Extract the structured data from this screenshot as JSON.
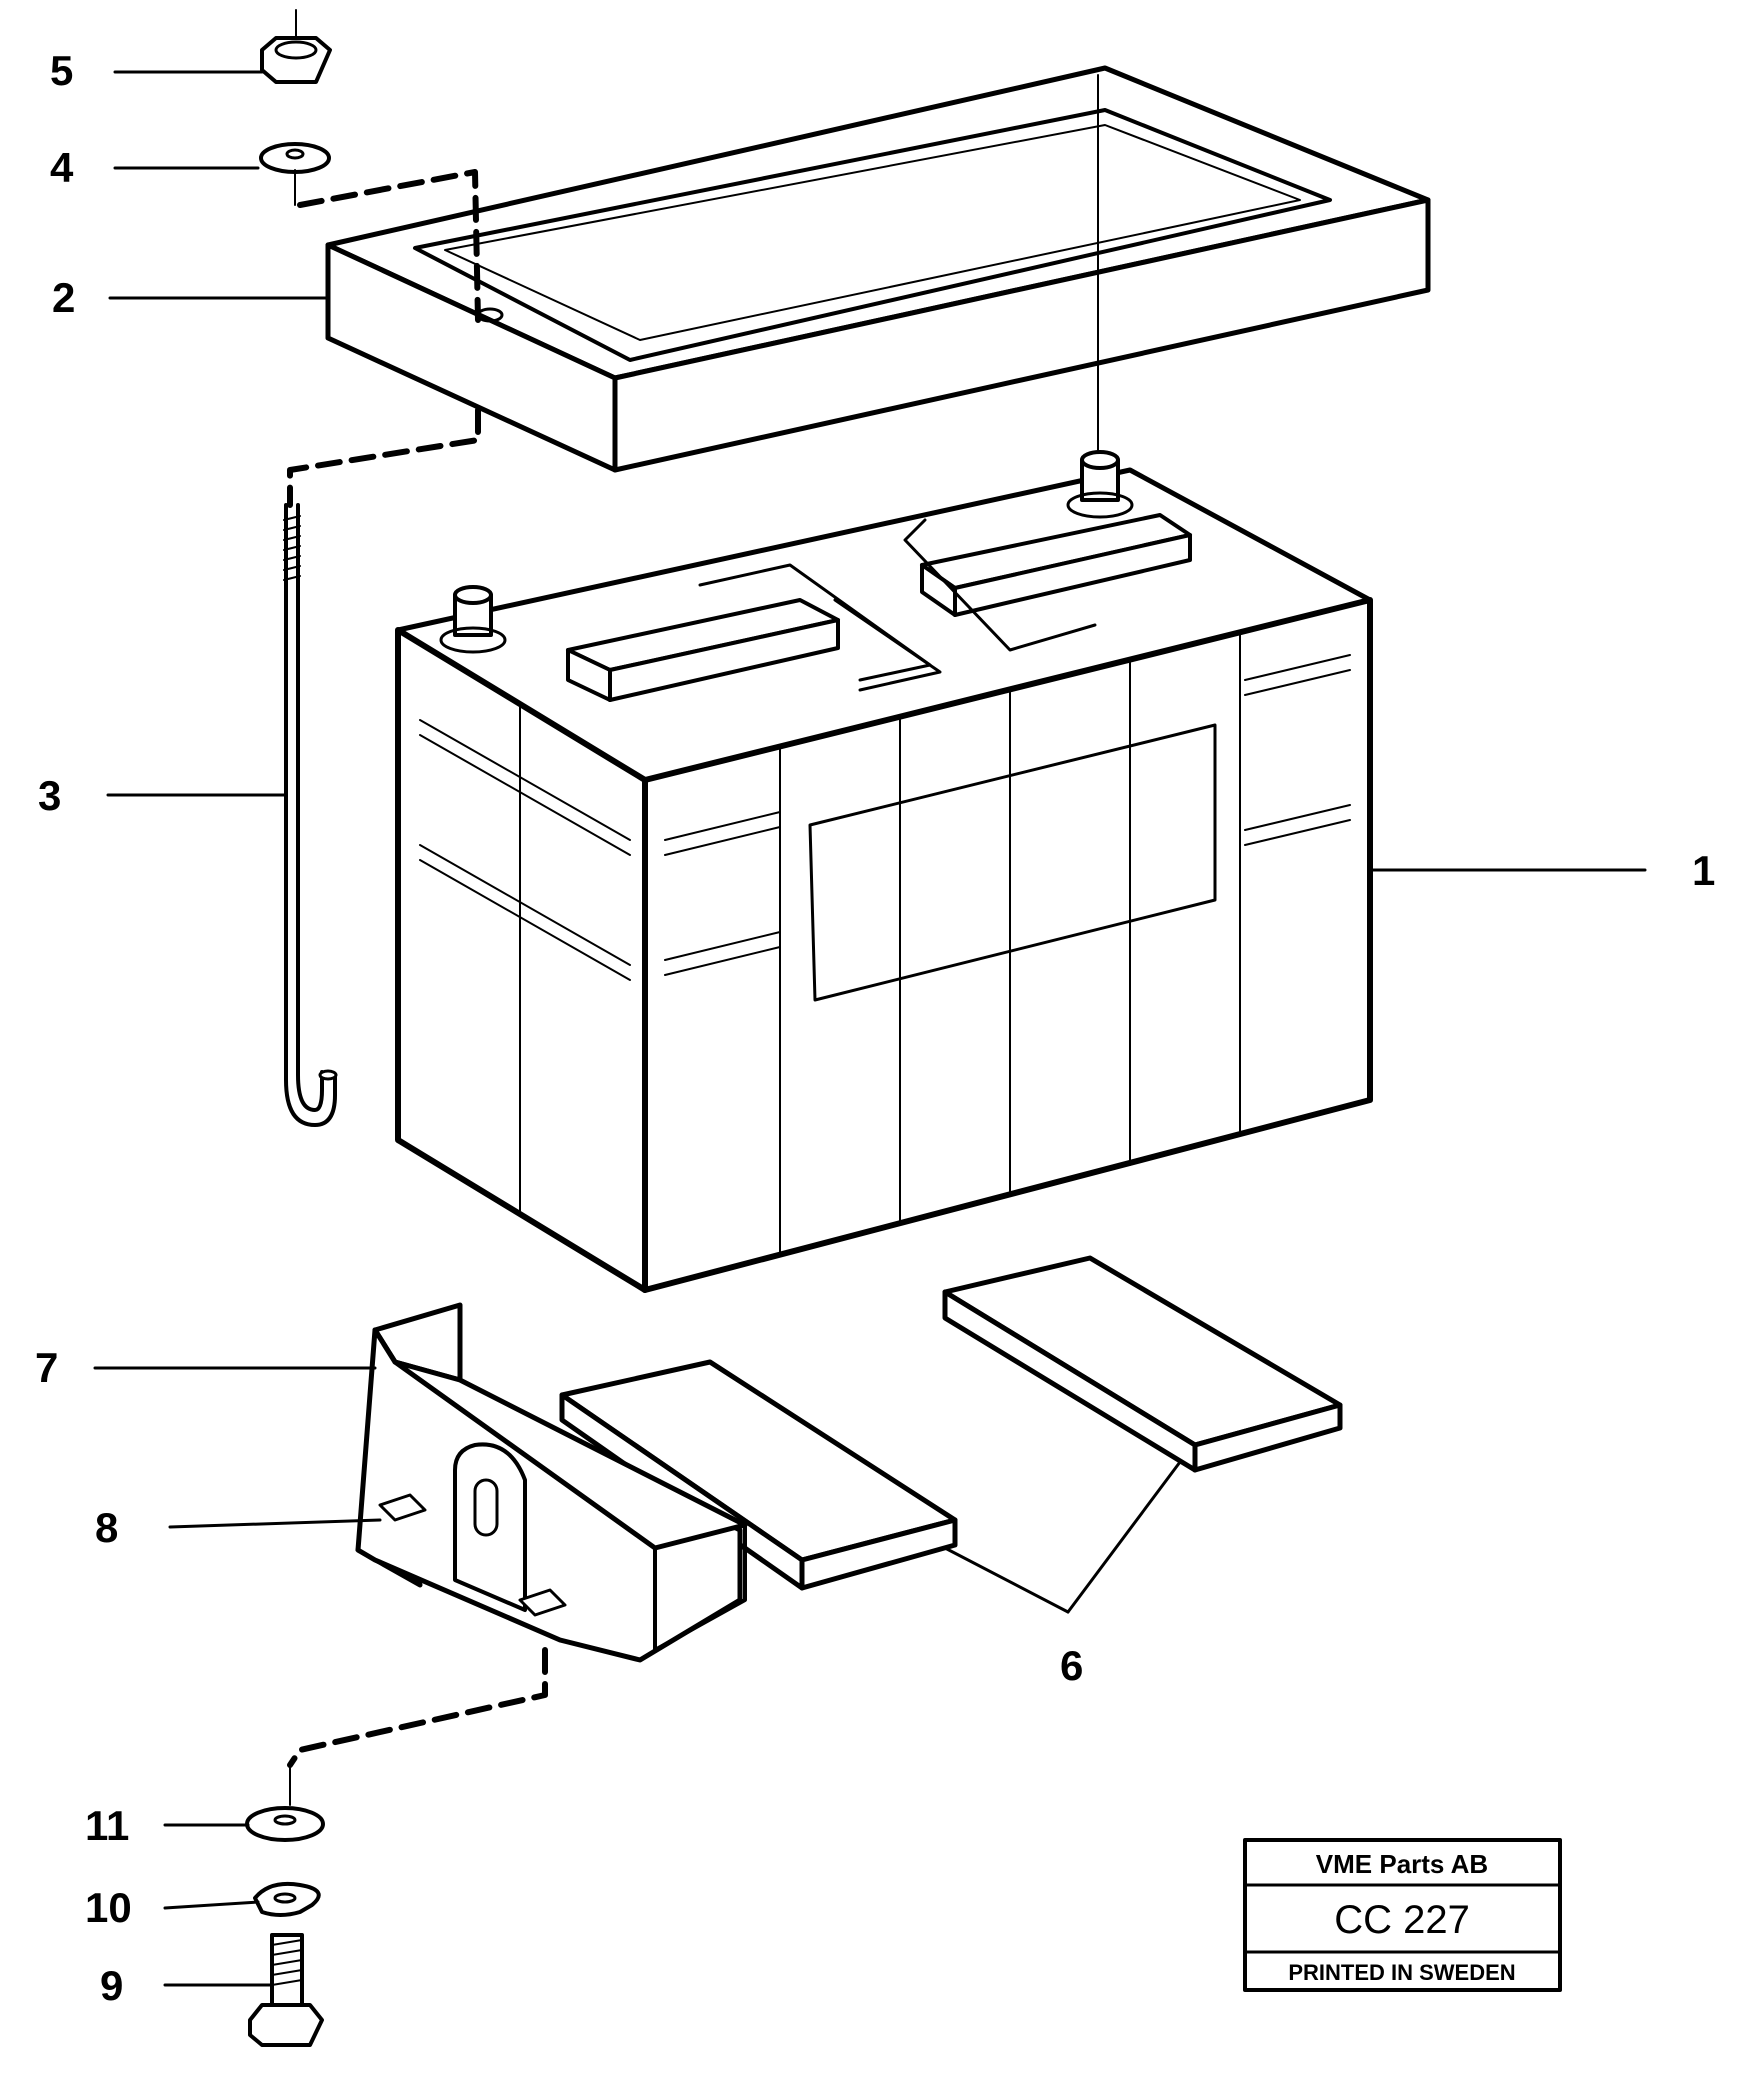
{
  "callouts": {
    "c1": "1",
    "c2": "2",
    "c3": "3",
    "c4": "4",
    "c5": "5",
    "c6": "6",
    "c7": "7",
    "c8": "8",
    "c9": "9",
    "c10": "10",
    "c11": "11"
  },
  "stamp": {
    "company": "VME Parts AB",
    "code": "CC 227",
    "printed": "PRINTED IN SWEDEN"
  },
  "colors": {
    "ink": "#000000",
    "paper": "#ffffff"
  }
}
